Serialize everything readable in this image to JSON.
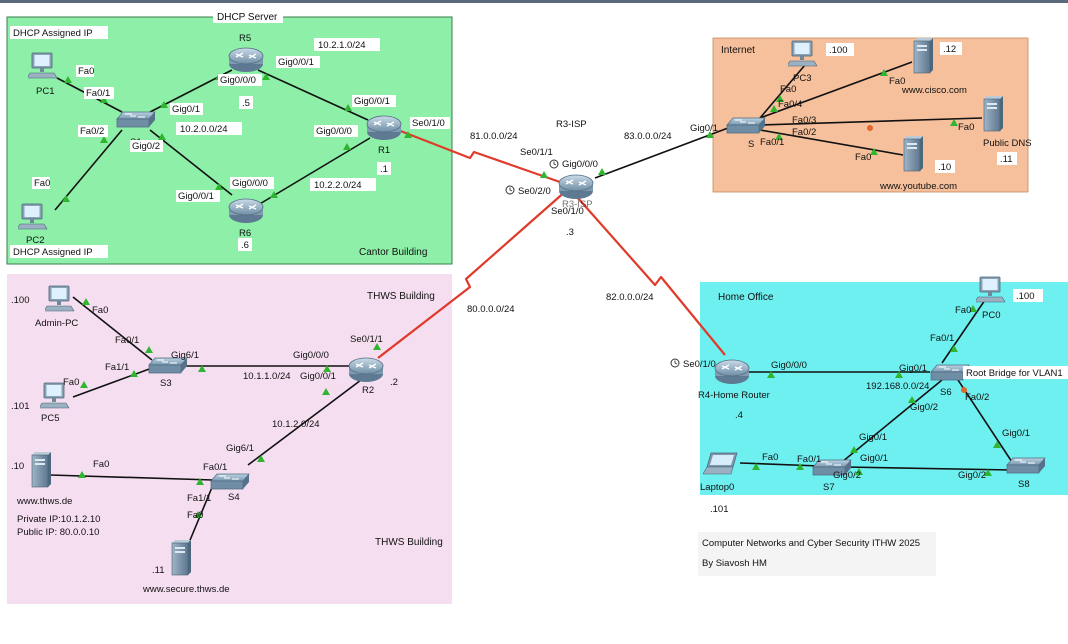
{
  "areas": {
    "dhcp_server": {
      "label": "DHCP Server",
      "color": "#8ef0a8"
    },
    "cantor_building": {
      "label": "Cantor Building"
    },
    "internet": {
      "label": "Internet",
      "color": "#f6c09c"
    },
    "thws_top": {
      "label": "THWS Building",
      "color": "#f6def1"
    },
    "thws_bottom": {
      "label": "THWS Building"
    },
    "home_office": {
      "label": "Home Office",
      "color": "#6ff0f0"
    }
  },
  "colors": {
    "serial_link": "#e03a2a",
    "ethernet_link": "#111111",
    "link_up": "#2fb52f"
  },
  "device_labels": {
    "pc1": "PC1",
    "pc2": "PC2",
    "s1": "S1",
    "r5": "R5",
    "r6": "R6",
    "r1": "R1",
    "r3": "R3-ISP",
    "r3_short": "R3-ISP",
    "pc3": "PC3",
    "s_net": "S",
    "cisco": "www.cisco.com",
    "dns": "Public DNS",
    "youtube": "www.youtube.com",
    "admin_pc": "Admin-PC",
    "pc5": "PC5",
    "s3": "S3",
    "r2": "R2",
    "s4": "S4",
    "thws_server": "www.thws.de",
    "secure_server": "www.secure.thws.de",
    "r4": "R4-Home Router",
    "pc0": "PC0",
    "s6": "S6",
    "s7": "S7",
    "s8": "S8",
    "laptop0": "Laptop0"
  },
  "text_labels": {
    "dhcp_assigned_top": "DHCP Assigned IP",
    "dhcp_assigned_bottom": "DHCP Assigned IP",
    "net_10_2_1": "10.2.1.0/24",
    "net_10_2_0": "10.2.0.0/24",
    "net_10_2_2": "10.2.2.0/24",
    "r5_dot": ".5",
    "r1_dot": ".1",
    "r6_dot": ".6",
    "net_81": "81.0.0.0/24",
    "net_83": "83.0.0.0/24",
    "net_80": "80.0.0.0/24",
    "net_82": "82.0.0.0/24",
    "r3_dot": ".3",
    "pc3_ip": ".100",
    "cisco_ip": ".12",
    "dns_ip": ".11",
    "yt_ip": ".10",
    "admin_ip": ".100",
    "pc5_ip": ".101",
    "net_10_1_1": "10.1.1.0/24",
    "net_10_1_2": "10.1.2.0/24",
    "r2_dot": ".2",
    "thws_ip": ".10",
    "private_ip": "Private IP:10.1.2.10",
    "public_ip": "Public IP: 80.0.0.10",
    "secure_ip": ".11",
    "pc0_ip": ".100",
    "net_192": "192.168.0.0/24",
    "root_bridge": "Root Bridge for VLAN1",
    "r4_dot": ".4",
    "laptop_ip": ".101"
  },
  "port_labels": {
    "pc1_fa0": "Fa0",
    "s1_fa01": "Fa0/1",
    "s1_fa02": "Fa0/2",
    "pc2_fa0": "Fa0",
    "s1_gig01": "Gig0/1",
    "s1_gig02": "Gig0/2",
    "r5_gig000": "Gig0/0/0",
    "r5_gig001": "Gig0/0/1",
    "r1_gig001": "Gig0/0/1",
    "r1_gig000": "Gig0/0/0",
    "r1_se010": "Se0/1/0",
    "r6_gig000": "Gig0/0/0",
    "r6_gig001": "Gig0/0/1",
    "r3_se011": "Se0/1/1",
    "r3_gig000": "Gig0/0/0",
    "r3_se020": "Se0/2/0",
    "r3_se010": "Se0/1/0",
    "snet_gig01": "Gig0/1",
    "snet_fa0": "Fa0",
    "snet_fa04": "Fa0/4",
    "snet_fa03": "Fa0/3",
    "snet_fa02": "Fa0/2",
    "snet_fa01": "Fa0/1",
    "cisco_fa0": "Fa0",
    "dns_fa0": "Fa0",
    "yt_fa0": "Fa0",
    "admin_fa0": "Fa0",
    "s3_fa01": "Fa0/1",
    "s3_fa11": "Fa1/1",
    "pc5_fa0": "Fa0",
    "s3_gig61": "Gig6/1",
    "r2_se011": "Se0/1/1",
    "r2_gig000": "Gig0/0/0",
    "r2_gig001": "Gig0/0/1",
    "s4_gig61": "Gig6/1",
    "s4_fa01": "Fa0/1",
    "s4_fa11": "Fa1/1",
    "s4_fa0": "Fa0",
    "thws_fa0": "Fa0",
    "r4_se010": "Se0/1/0",
    "r4_gig000": "Gig0/0/0",
    "pc0_fa0": "Fa0",
    "s6_fa01": "Fa0/1",
    "s6_gig01": "Gig0/1",
    "s6_gig02": "Gig0/2",
    "s6_fa02": "Fa0/2",
    "s7_gig01": "Gig0/1",
    "s7_gig02": "Gig0/2",
    "s7_fa01": "Fa0/1",
    "laptop_fa0": "Fa0",
    "s8_gig01": "Gig0/1",
    "s8_gig02": "Gig0/2"
  },
  "footer": {
    "course": "Computer Networks and Cyber Security ITHW 2025",
    "author": "By Siavosh HM"
  },
  "icons": [
    "router-icon",
    "switch-icon",
    "pc-icon",
    "server-icon",
    "laptop-icon",
    "clock-icon"
  ]
}
